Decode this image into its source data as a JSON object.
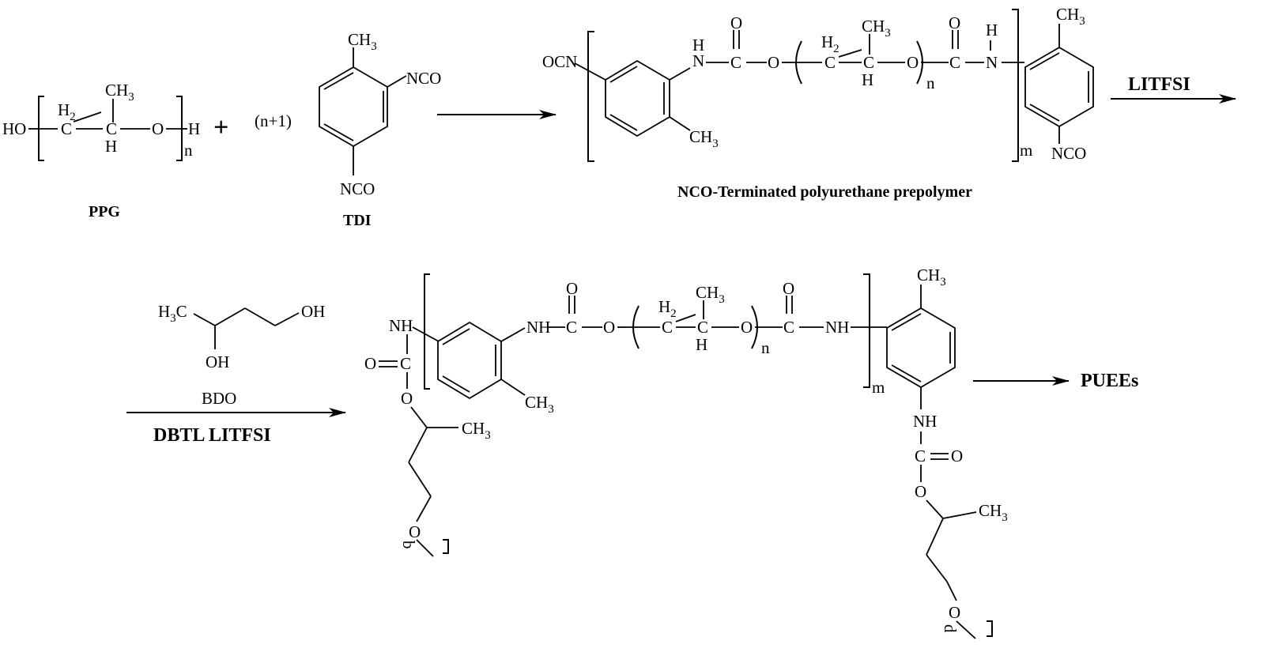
{
  "labels": {
    "ppg": "PPG",
    "tdi": "TDI",
    "bdo": "BDO",
    "prepolymer": "NCO-Terminated polyurethane prepolymer",
    "product": "PUEEs"
  },
  "conditions": {
    "step2": "LITFSI",
    "step3": "DBTL   LITFSI"
  },
  "reactants": {
    "coefficient": "(n+1)",
    "plus": "+"
  },
  "atoms": {
    "HO": "HO",
    "H": "H",
    "C": "C",
    "O": "O",
    "N": "N",
    "CH3": "CH",
    "H3C": "H",
    "H2": "H",
    "OH": "OH",
    "NH": "NH",
    "NCO": "NCO",
    "OCN": "OCN",
    "two": "2",
    "three": "3"
  },
  "indices": {
    "n": "n",
    "m": "m",
    "b": "b",
    "d": "d"
  }
}
